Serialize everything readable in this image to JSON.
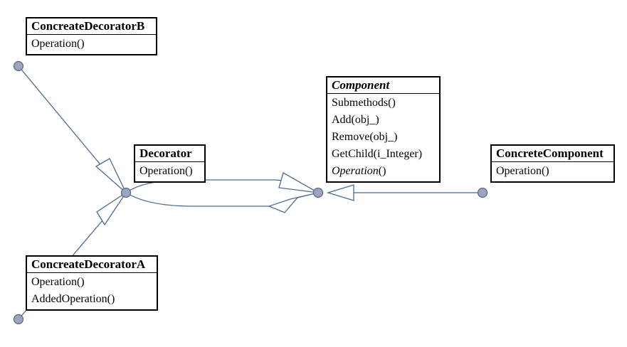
{
  "diagram": {
    "classes": [
      {
        "id": "concrete-decorator-b",
        "name": "ConcreateDecoratorB",
        "abstract": false,
        "methods": [
          {
            "text": "Operation()"
          }
        ]
      },
      {
        "id": "decorator",
        "name": "Decorator",
        "abstract": false,
        "methods": [
          {
            "text": "Operation()"
          }
        ]
      },
      {
        "id": "component",
        "name": "Component",
        "abstract": true,
        "methods": [
          {
            "text": "Submethods()"
          },
          {
            "text": "Add(obj_)"
          },
          {
            "text": "Remove(obj_)"
          },
          {
            "text": "GetChild(i_Integer)"
          },
          {
            "prefix": "Operation",
            "suffix": "()",
            "abstract": true
          }
        ]
      },
      {
        "id": "concrete-component",
        "name": "ConcreteComponent",
        "abstract": false,
        "methods": [
          {
            "text": "Operation()"
          }
        ]
      },
      {
        "id": "concrete-decorator-a",
        "name": "ConcreateDecoratorA",
        "abstract": false,
        "methods": [
          {
            "text": "Operation()"
          },
          {
            "text": "AddedOperation()"
          }
        ]
      }
    ],
    "relations": [
      {
        "from": "concrete-decorator-b",
        "to": "decorator",
        "type": "generalization"
      },
      {
        "from": "concrete-decorator-a",
        "to": "decorator",
        "type": "generalization"
      },
      {
        "from": "decorator",
        "to": "component",
        "type": "generalization"
      },
      {
        "from": "decorator",
        "to": "component",
        "type": "aggregation"
      },
      {
        "from": "concrete-component",
        "to": "component",
        "type": "generalization"
      }
    ],
    "colors": {
      "edge": "#4a6a91",
      "node_fill": "#9aa6bb",
      "node_stroke": "#5b6680",
      "box_border": "#000000"
    }
  }
}
